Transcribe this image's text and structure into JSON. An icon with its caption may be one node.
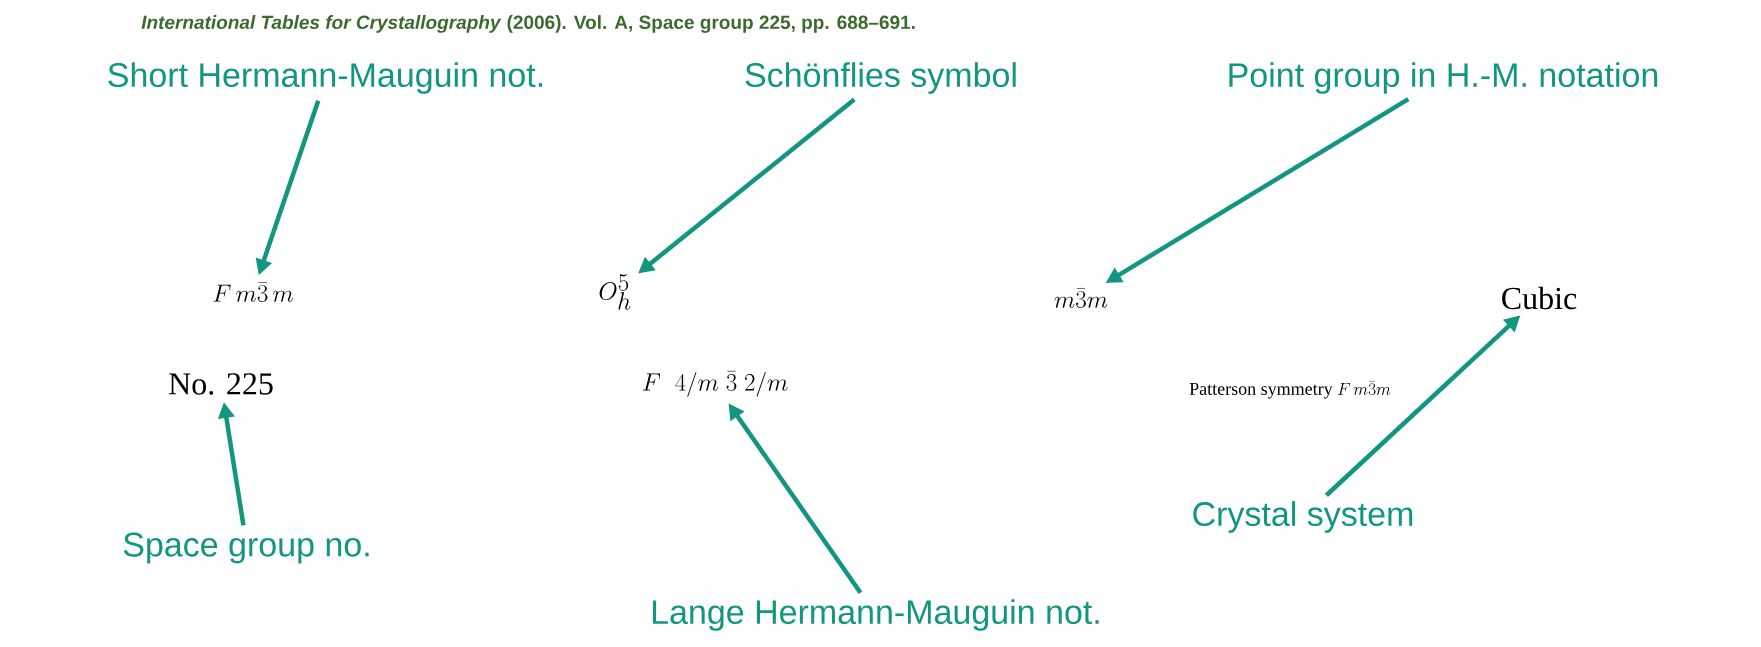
{
  "diagram": {
    "nodes": [
      {
        "text": [
          "Short Hermann-Mauguin not."
        ]
      },
      {
        "text": [
          "Schönflies symbol"
        ]
      },
      {
        "text": [
          "Point group in H.-M. notation"
        ]
      },
      {
        "text": [
          "F\\,m\\bar{3}\\,m"
        ]
      },
      {
        "text": [
          "O_h^5"
        ]
      },
      {
        "text": [
          "m\\bar{3}m"
        ]
      },
      {
        "text": [
          "Cubic"
        ]
      },
      {
        "text": [
          "No. 225"
        ]
      },
      {
        "text": [
          "F\\;\\;4/m\\;\\bar{3}\\;2/m"
        ]
      },
      {
        "text": [
          "Patterson symmetry",
          "F\\,m\\bar{3}m"
        ]
      },
      {
        "text": [
          "Space group no."
        ]
      },
      {
        "text": [
          "Crystal system"
        ]
      },
      {
        "text": [
          "Lange Hermann-Mauguin not."
        ]
      }
    ],
    "edges": [
      {
        "from": 0,
        "to": 3,
        "arrow": "to"
      },
      {
        "from": 1,
        "to": 4,
        "arrow": "to"
      },
      {
        "from": 2,
        "to": 5,
        "arrow": "to"
      },
      {
        "from": 10,
        "to": 7,
        "arrow": "to"
      },
      {
        "from": 12,
        "to": 8,
        "arrow": "to"
      },
      {
        "from": 11,
        "to": 6,
        "arrow": "to"
      }
    ],
    "labels": [
      "*International Tables for Crystallography* (2006). Vol. A, Space group 225, pp. 688–691."
    ]
  }
}
